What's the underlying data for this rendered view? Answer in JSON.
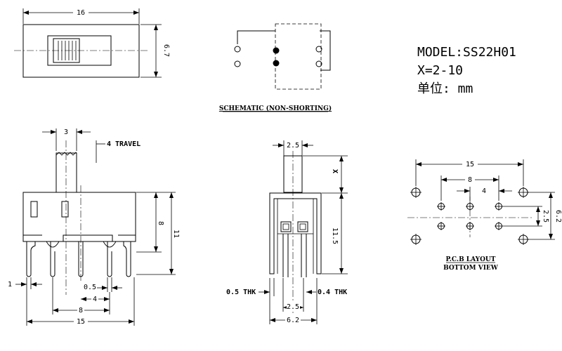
{
  "model": {
    "model_line": "MODEL:SS22H01",
    "x_line": "X=2-10",
    "unit_line": "单位: mm"
  },
  "top_view": {
    "width_dim": "16",
    "height_dim": "6.7"
  },
  "schematic": {
    "caption": "SCHEMATIC (NON-SHORTING)"
  },
  "front_view": {
    "actuator_dim": "3",
    "travel_label": "4 TRAVEL",
    "body_height_dim": "8",
    "total_height_dim": "11",
    "pin_width_dim": "1",
    "pin_gap_dim": "0.5",
    "half_pitch_dim": "4",
    "pitch_dim": "8",
    "overall_width_dim": "15"
  },
  "side_view": {
    "actuator_width_dim": "2.5",
    "x_dim": "X",
    "height_dim": "11.5",
    "left_thk": "0.5 THK",
    "right_thk": "0.4 THK",
    "pin_span_dim": "2.5",
    "overall_dim": "6.2"
  },
  "pcb": {
    "width_dim": "15",
    "pitch_dim": "8",
    "half_pitch_dim": "4",
    "row_dim": "2.5",
    "outer_dim": "6.2",
    "caption_1": "P.C.B LAYOUT",
    "caption_2": "BOTTOM VIEW"
  }
}
